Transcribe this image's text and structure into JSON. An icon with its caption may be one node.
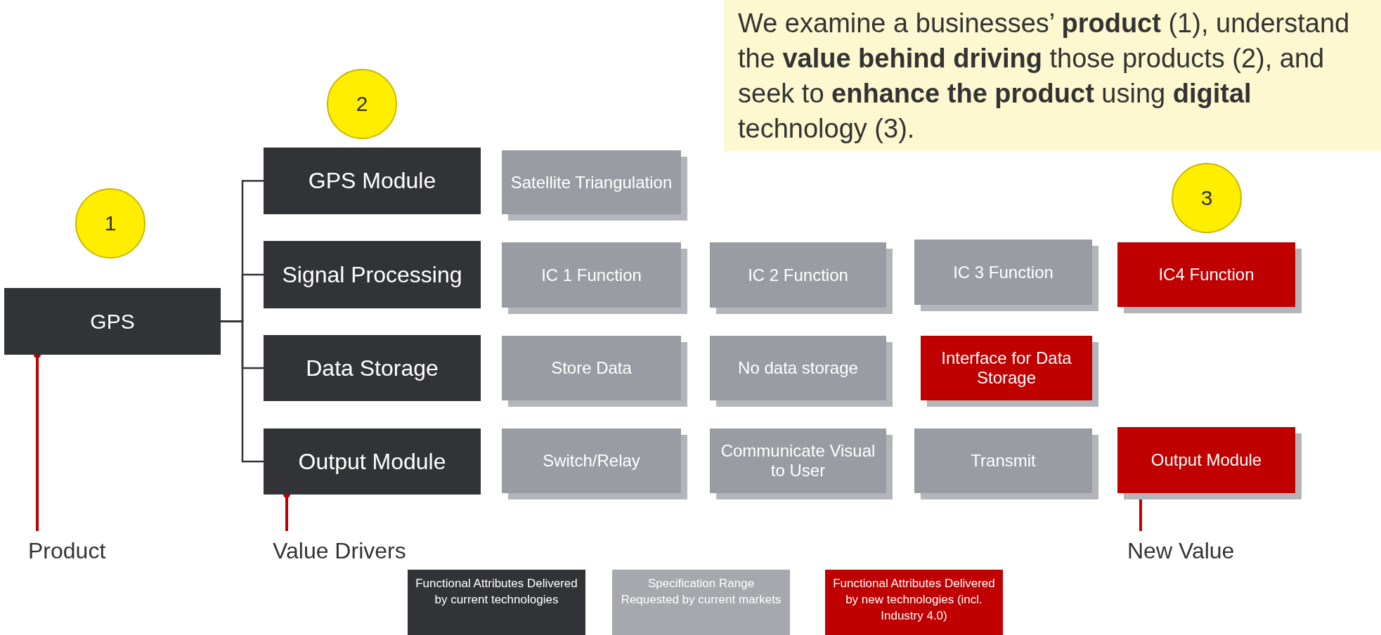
{
  "diagram": {
    "nodes": [
      {
        "text": [
          "GPS"
        ]
      },
      {
        "text": [
          "GPS Module"
        ]
      },
      {
        "text": [
          "Signal Processing"
        ]
      },
      {
        "text": [
          "Data Storage"
        ]
      },
      {
        "text": [
          "Output Module"
        ]
      },
      {
        "text": [
          "Satellite Triangulation"
        ]
      },
      {
        "text": [
          "IC 1 Function"
        ]
      },
      {
        "text": [
          "IC 2 Function"
        ]
      },
      {
        "text": [
          "IC 3 Function"
        ]
      },
      {
        "text": [
          "IC4 Function"
        ]
      },
      {
        "text": [
          "Store Data"
        ]
      },
      {
        "text": [
          "No data storage"
        ]
      },
      {
        "text": [
          "Interface for Data Storage"
        ]
      },
      {
        "text": [
          "Switch/Relay"
        ]
      },
      {
        "text": [
          "Communicate Visual to User"
        ]
      },
      {
        "text": [
          "Transmit"
        ]
      },
      {
        "text": [
          "Output Module"
        ]
      },
      {
        "text": [
          "1"
        ]
      },
      {
        "text": [
          "2"
        ]
      },
      {
        "text": [
          "3"
        ]
      },
      {
        "text": [
          "Product"
        ]
      },
      {
        "text": [
          "Value Drivers"
        ]
      },
      {
        "text": [
          "New Value"
        ]
      }
    ],
    "edges": [
      {
        "from": 0,
        "to": 1,
        "arrow": "none"
      },
      {
        "from": 0,
        "to": 2,
        "arrow": "none"
      },
      {
        "from": 0,
        "to": 3,
        "arrow": "none"
      },
      {
        "from": 0,
        "to": 4,
        "arrow": "none"
      },
      {
        "from": 20,
        "to": 0,
        "arrow": "other",
        "color": "#c00000"
      },
      {
        "from": 21,
        "to": 4,
        "arrow": "other",
        "color": "#c00000"
      },
      {
        "from": 22,
        "to": 16,
        "arrow": "other",
        "color": "#c00000"
      }
    ],
    "labels": [
      "We examine a businesses’ **product** (1), understand the **value behind driving** those products (2), and seek to **enhance the product** using **digital** technology (3)."
    ],
    "legend": [
      {
        "text": "Functional Attributes Delivered by current technologies",
        "color": "#323337"
      },
      {
        "text": "Specification Range Requested by current markets",
        "color": "#a6a8ae"
      },
      {
        "text": "Functional Attributes Delivered by new technologies (incl. Industry 4.0)",
        "color": "#c00000"
      }
    ]
  }
}
